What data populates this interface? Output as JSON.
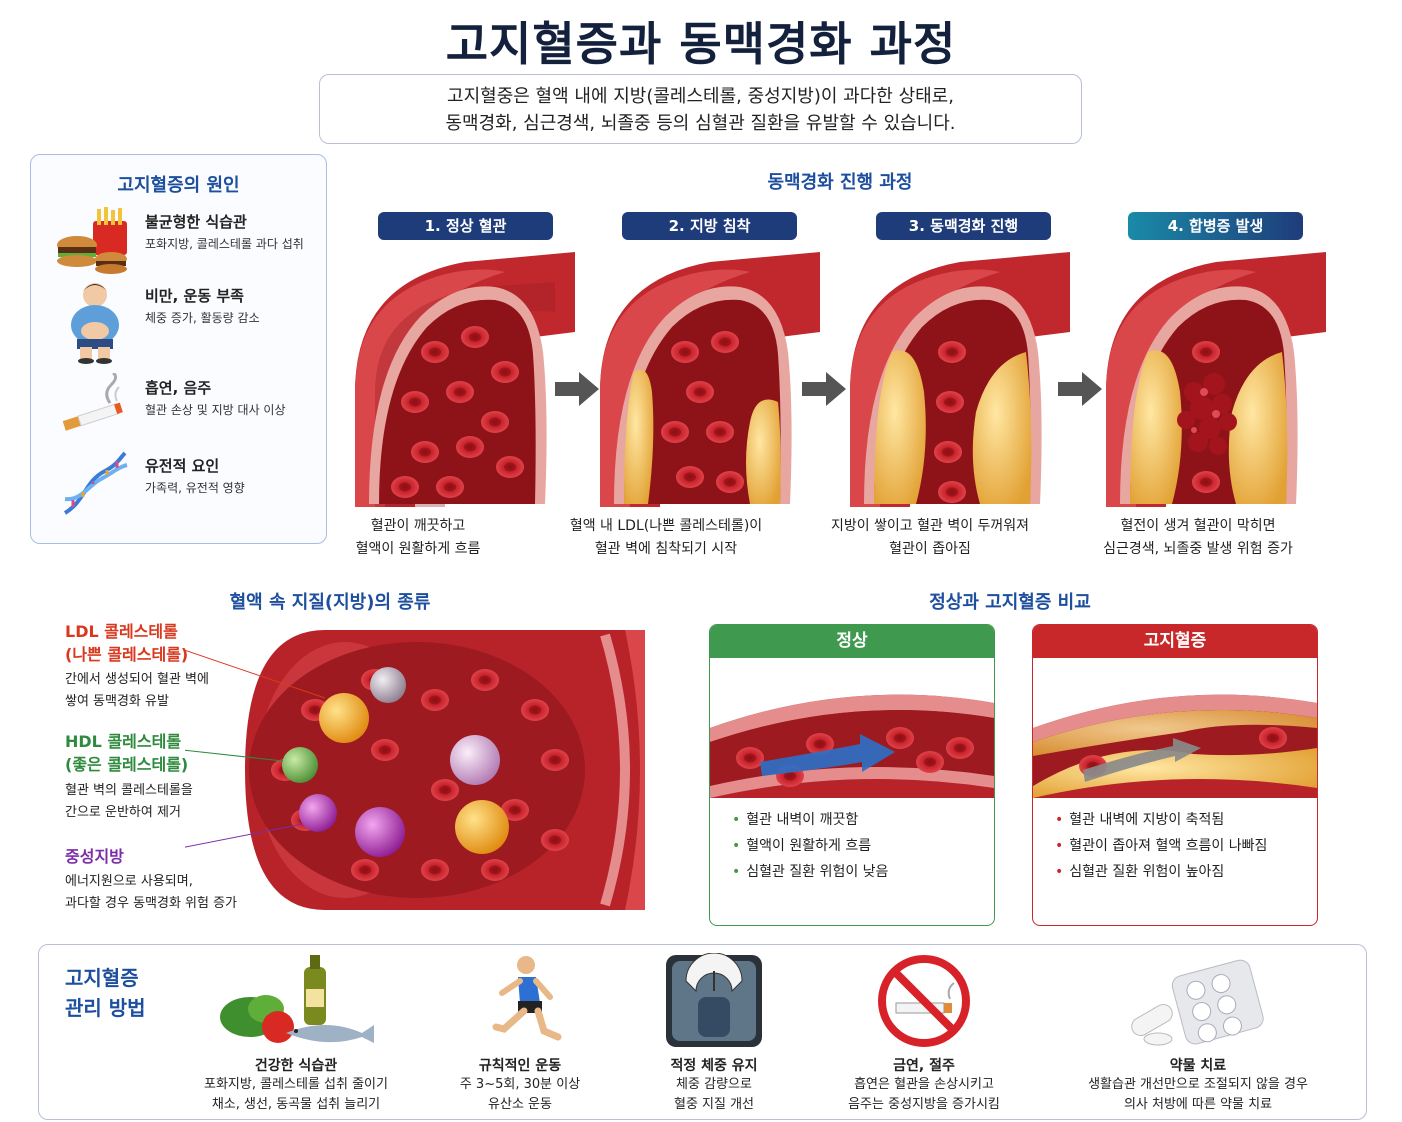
{
  "title": "고지혈증과 동맥경화 과정",
  "intro": {
    "line1": "고지혈중은 혈액 내에 지방(콜레스테롤, 중성지방)이 과다한 상태로,",
    "line2": "동맥경화, 심근경색, 뇌졸중 등의 심혈관 질환을 유발할 수 있습니다."
  },
  "causes": {
    "title": "고지혈증의 원인",
    "items": [
      {
        "title": "불균형한 식습관",
        "desc": "포화지방, 콜레스테롤 과다 섭취",
        "icon": "fast-food-icon"
      },
      {
        "title": "비만, 운동 부족",
        "desc": "체중 증가, 활동량 감소",
        "icon": "obese-person-icon"
      },
      {
        "title": "흡연, 음주",
        "desc": "혈관 손상 및 지방 대사 이상",
        "icon": "cigarette-icon"
      },
      {
        "title": "유전적 요인",
        "desc": "가족력, 유전적 영향",
        "icon": "dna-icon"
      }
    ]
  },
  "progression": {
    "title": "동맥경화 진행 과정",
    "stages": [
      {
        "label": "1. 정상 혈관",
        "cap1": "혈관이 깨끗하고",
        "cap2": "혈액이 원활하게 흐름"
      },
      {
        "label": "2. 지방 침착",
        "cap1": "혈액 내 LDL(나쁜 콜레스테롤)이",
        "cap2": "혈관 벽에 침착되기 시작"
      },
      {
        "label": "3. 동맥경화 진행",
        "cap1": "지방이 쌓이고 혈관 벽이 두꺼워져",
        "cap2": "혈관이 좁아짐"
      },
      {
        "label": "4. 합병증 발생",
        "cap1": "혈전이 생겨 혈관이 막히면",
        "cap2": "심근경색, 뇌졸중 발생 위험 증가"
      }
    ]
  },
  "lipids": {
    "title": "혈액 속 지질(지방)의 종류",
    "ldl": {
      "name1": "LDL 콜레스테롤",
      "name2": "(나쁜 콜레스테롤)",
      "desc1": "간에서 생성되어 혈관 벽에",
      "desc2": "쌓여 동맥경화 유발",
      "color": "#d9381e"
    },
    "hdl": {
      "name1": "HDL 콜레스테롤",
      "name2": "(좋은 콜레스테롤)",
      "desc1": "혈관 벽의 콜레스테롤을",
      "desc2": "간으로 운반하여 제거",
      "color": "#2e8b3e"
    },
    "tg": {
      "name1": "중성지방",
      "desc1": "에너지원으로 사용되며,",
      "desc2": "과다할 경우 동맥경화 위험 증가",
      "color": "#7b2ea8"
    }
  },
  "comparison": {
    "title": "정상과 고지혈증 비교",
    "normal": {
      "label": "정상",
      "items": [
        "혈관 내벽이 깨끗함",
        "혈액이 원활하게 흐름",
        "심혈관 질환 위험이 낮음"
      ],
      "color": "#3f9a4f"
    },
    "hyper": {
      "label": "고지혈증",
      "items": [
        "혈관 내벽에 지방이 축적됨",
        "혈관이 좁아져 혈액 흐름이 나빠짐",
        "심혈관 질환 위험이 높아짐"
      ],
      "color": "#c8282a"
    }
  },
  "management": {
    "title1": "고지혈증",
    "title2": "관리 방법",
    "items": [
      {
        "title": "건강한 식습관",
        "desc1": "포화지방, 콜레스테롤 섭취 줄이기",
        "desc2": "채소, 생선, 동곡물 섭취 늘리기",
        "icon": "healthy-food-icon"
      },
      {
        "title": "규칙적인 운동",
        "desc1": "주 3~5회, 30분 이상",
        "desc2": "유산소 운동",
        "icon": "running-icon"
      },
      {
        "title": "적정 체중 유지",
        "desc1": "체중 감량으로",
        "desc2": "혈중 지질 개선",
        "icon": "scale-icon"
      },
      {
        "title": "금연, 절주",
        "desc1": "흡연은 혈관을 손상시키고",
        "desc2": "음주는 중성지방을 증가시킴",
        "icon": "no-smoking-icon"
      },
      {
        "title": "약물 치료",
        "desc1": "생활습관 개선만으로 조절되지 않을 경우",
        "desc2": "의사 처방에 따른 약물 치료",
        "icon": "pills-icon"
      }
    ]
  }
}
